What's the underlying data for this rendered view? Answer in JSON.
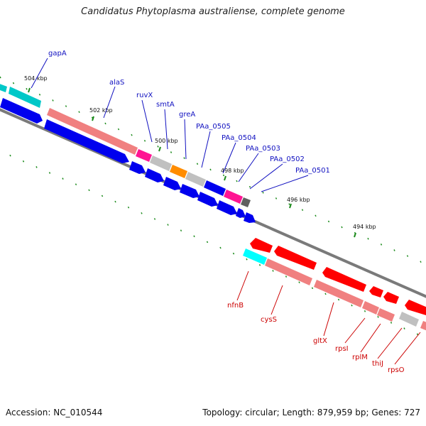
{
  "title": "Candidatus Phytoplasma australiense, complete genome",
  "footer": {
    "accession": "Accession: NC_010544",
    "topology": "Topology: circular; Length: 879,959 bp; Genes: 727"
  },
  "colors": {
    "label_forward": "#1010c0",
    "label_reverse": "#cc0000",
    "backbone": "#808080",
    "tick": "#1a8a1a"
  },
  "ticks": [
    "504 kbp",
    "502 kbp",
    "500 kbp",
    "498 kbp",
    "496 kbp",
    "494 kbp"
  ],
  "labels_forward": [
    "gapA",
    "alaS",
    "ruvX",
    "smtA",
    "greA",
    "PAa_0505",
    "PAa_0504",
    "PAa_0503",
    "PAa_0502",
    "PAa_0501"
  ],
  "labels_reverse": [
    "nfnB",
    "cysS",
    "gltX",
    "rpsI",
    "rplM",
    "thiJ",
    "rpsO"
  ],
  "features": {
    "outer_top": [
      "#00c8c8",
      "#00c8c8"
    ],
    "middle_top": [
      "#f08080",
      "#ff1493",
      "#c0c0c0",
      "#ff8c00",
      "#c0c0c0",
      "#0000ee",
      "#ff1493",
      "#606060"
    ],
    "inner_top": [
      "#0000ee",
      "#0000ee",
      "#0000ee",
      "#0000ee",
      "#0000ee",
      "#0000ee",
      "#0000ee",
      "#0000ee",
      "#0000ee"
    ],
    "outer_bottom": [
      "#ff0000",
      "#ff0000",
      "#ff0000",
      "#ff0000",
      "#ff0000",
      "#ff0000"
    ],
    "middle_bottom": [
      "#00ffff",
      "#f08080",
      "#f08080",
      "#f08080",
      "#f08080",
      "#c0c0c0",
      "#f08080"
    ]
  }
}
